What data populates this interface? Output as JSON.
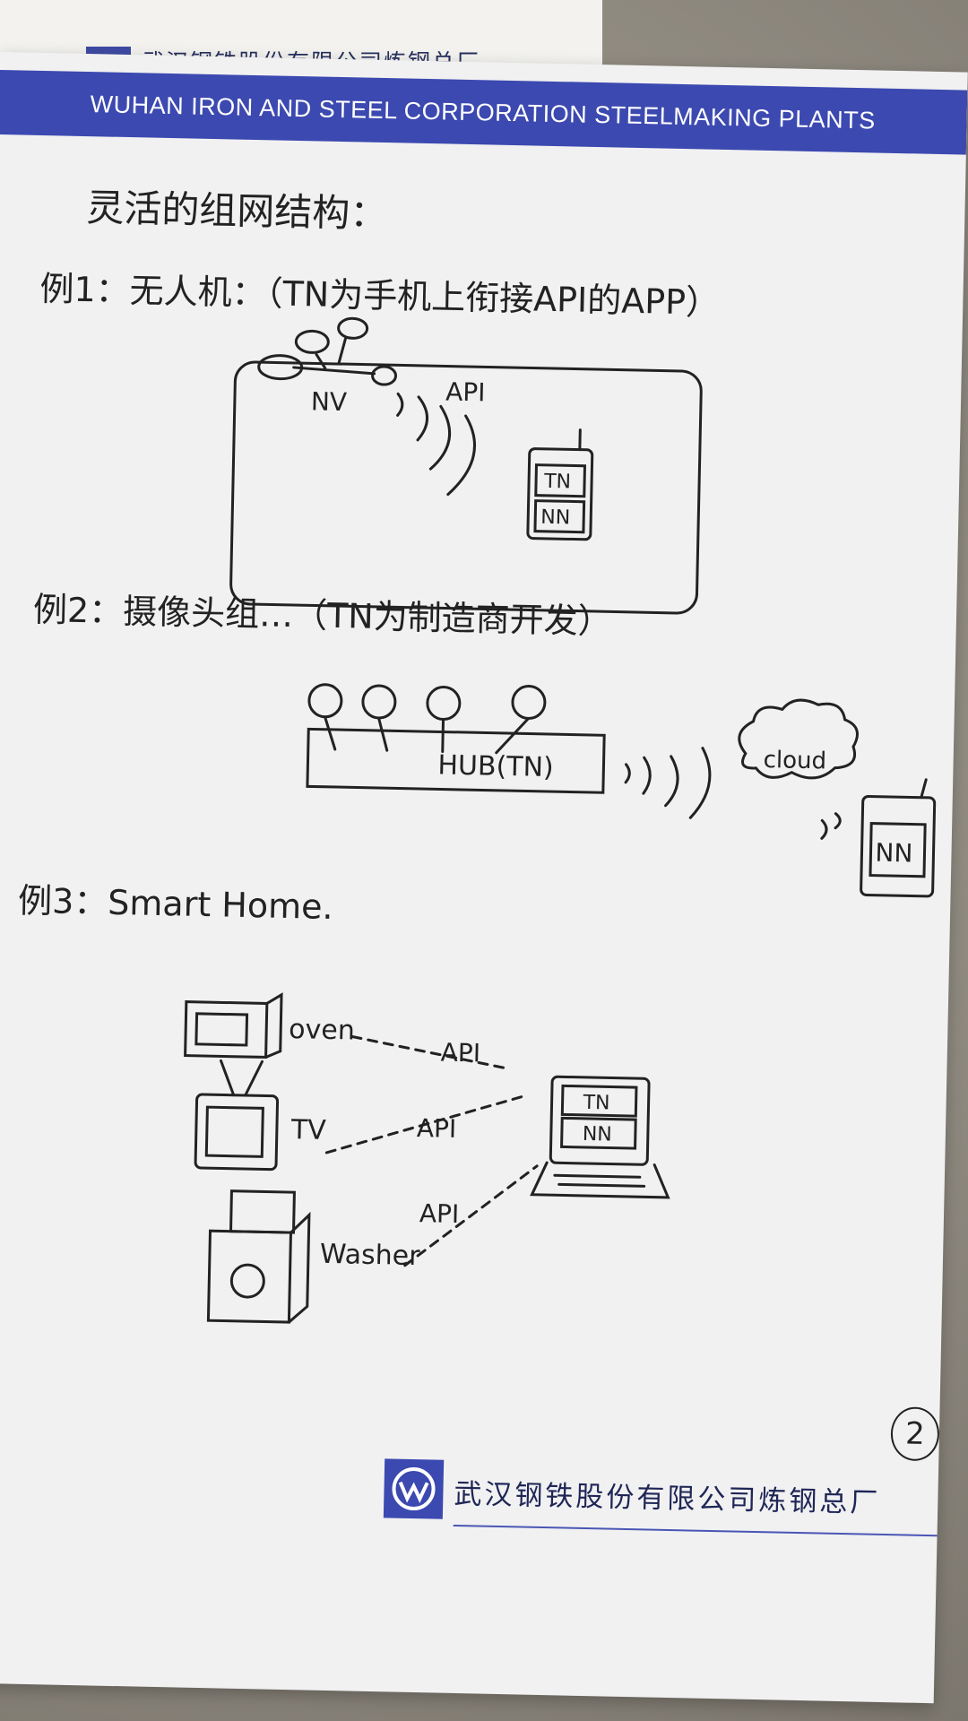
{
  "back_sheet": {
    "company": "武汉钢铁股份有限公司炼钢总厂"
  },
  "banner": {
    "title": "WUHAN IRON AND STEEL CORPORATION STEELMAKING PLANTS"
  },
  "notes": {
    "heading": "灵活的组网结构：",
    "example1": {
      "label": "例1：无人机：（TN为手机上衔接API的APP）",
      "drone_label": "NV",
      "api_label": "API",
      "phone_top": "TN",
      "phone_bottom": "NN"
    },
    "example2": {
      "label": "例2：摄像头组…（TN为制造商开发）",
      "hub_label": "HUB(TN)",
      "cloud_label": "cloud",
      "phone_label": "NN"
    },
    "example3": {
      "label": "例3：Smart Home.",
      "oven_label": "oven",
      "tv_label": "TV",
      "washer_label": "Washer",
      "api_labels": [
        "API",
        "API",
        "API"
      ],
      "laptop_top": "TN",
      "laptop_bottom": "NN"
    }
  },
  "footer": {
    "company": "武汉钢铁股份有限公司炼钢总厂",
    "page_number": "2"
  }
}
